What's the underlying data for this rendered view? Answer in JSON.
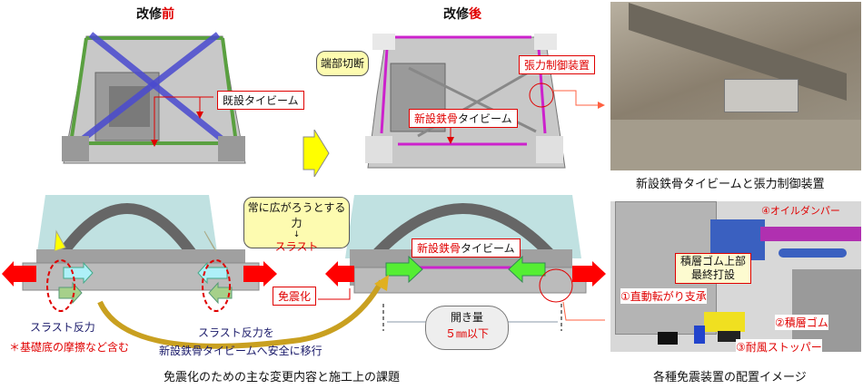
{
  "top_left": {
    "title_prefix": "改修",
    "title_suffix": "前",
    "label_existing_tie_beam": "既設タイビーム"
  },
  "top_right": {
    "title_prefix": "改修",
    "title_suffix": "後",
    "label_end_cut": "端部切断",
    "label_tension_device": "張力制御装置",
    "label_new_beam_red": "新設鉄骨",
    "label_new_beam_black": "タイビーム"
  },
  "photo": {
    "caption": "新設鉄骨タイビームと張力制御装置"
  },
  "bottom_left": {
    "bubble_line1": "常に広がろうとする力",
    "bubble_arrow": "↓",
    "bubble_line2": "スラスト",
    "label_new_beam_red": "新設鉄骨",
    "label_new_beam_black": "タイビーム",
    "label_seismic_isolation": "免震化",
    "thrust_reaction": "スラスト反力",
    "thrust_note": "＊基礎底の摩擦など含む",
    "transfer_line1": "スラスト反力を",
    "transfer_line2": "新設鉄骨タイビームへ安全に移行",
    "gap_label": "開き量",
    "gap_value": "５㎜以下",
    "caption": "免震化のための主な変更内容と施工上の課題"
  },
  "bottom_right": {
    "label_oil_damper": "④オイルダンパー",
    "label_final_casting_1": "積層ゴム上部",
    "label_final_casting_2": "最終打設",
    "label_linear_bearing": "①直動転がり支承",
    "label_laminated_rubber": "②積層ゴム",
    "label_wind_stopper": "③耐風ストッパー",
    "caption": "各種免震装置の配置イメージ"
  },
  "colors": {
    "red": "#e00000",
    "blue_beam": "#4a4ad0",
    "green_beam": "#5aa040",
    "magenta_beam": "#cc22cc",
    "yellow": "#ffff00"
  }
}
